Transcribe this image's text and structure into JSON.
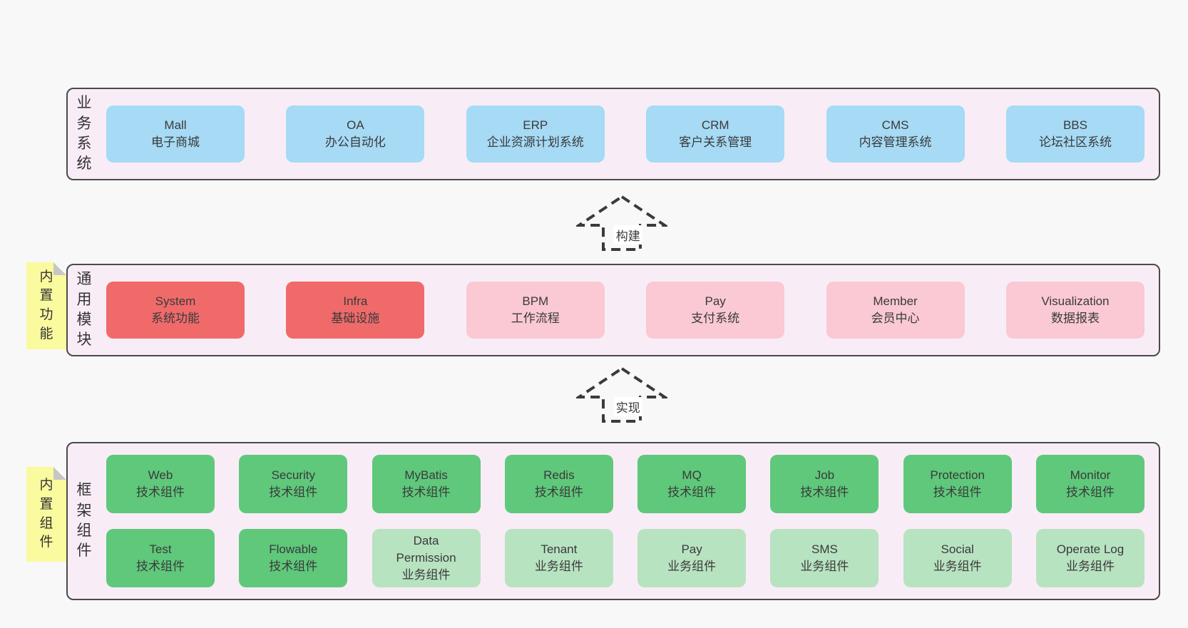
{
  "layers": [
    {
      "id": "business-systems",
      "label": "业务系统",
      "boxes": [
        {
          "name": "Mall",
          "desc": "电子商城",
          "type": "blue"
        },
        {
          "name": "OA",
          "desc": "办公自动化",
          "type": "blue"
        },
        {
          "name": "ERP",
          "desc": "企业资源计划系统",
          "type": "blue"
        },
        {
          "name": "CRM",
          "desc": "客户关系管理",
          "type": "blue"
        },
        {
          "name": "CMS",
          "desc": "内容管理系统",
          "type": "blue"
        },
        {
          "name": "BBS",
          "desc": "论坛社区系统",
          "type": "blue"
        }
      ]
    },
    {
      "id": "common-modules",
      "label": "通用模块",
      "sticky": "内置功能",
      "boxes": [
        {
          "name": "System",
          "desc": "系统功能",
          "type": "red"
        },
        {
          "name": "Infra",
          "desc": "基础设施",
          "type": "red"
        },
        {
          "name": "BPM",
          "desc": "工作流程",
          "type": "pink"
        },
        {
          "name": "Pay",
          "desc": "支付系统",
          "type": "pink"
        },
        {
          "name": "Member",
          "desc": "会员中心",
          "type": "pink"
        },
        {
          "name": "Visualization",
          "desc": "数据报表",
          "type": "pink"
        }
      ]
    },
    {
      "id": "framework-components",
      "label": "框架组件",
      "sticky": "内置组件",
      "row1": [
        {
          "name": "Web",
          "desc": "技术组件",
          "type": "green"
        },
        {
          "name": "Security",
          "desc": "技术组件",
          "type": "green"
        },
        {
          "name": "MyBatis",
          "desc": "技术组件",
          "type": "green"
        },
        {
          "name": "Redis",
          "desc": "技术组件",
          "type": "green"
        },
        {
          "name": "MQ",
          "desc": "技术组件",
          "type": "green"
        },
        {
          "name": "Job",
          "desc": "技术组件",
          "type": "green"
        },
        {
          "name": "Protection",
          "desc": "技术组件",
          "type": "green"
        },
        {
          "name": "Monitor",
          "desc": "技术组件",
          "type": "green"
        }
      ],
      "row2": [
        {
          "name": "Test",
          "desc": "技术组件",
          "type": "green"
        },
        {
          "name": "Flowable",
          "desc": "技术组件",
          "type": "green"
        },
        {
          "name": "Data Permission",
          "desc": "业务组件",
          "type": "lightgreen"
        },
        {
          "name": "Tenant",
          "desc": "业务组件",
          "type": "lightgreen"
        },
        {
          "name": "Pay",
          "desc": "业务组件",
          "type": "lightgreen"
        },
        {
          "name": "SMS",
          "desc": "业务组件",
          "type": "lightgreen"
        },
        {
          "name": "Social",
          "desc": "业务组件",
          "type": "lightgreen"
        },
        {
          "name": "Operate Log",
          "desc": "业务组件",
          "type": "lightgreen"
        }
      ]
    }
  ],
  "arrows": [
    {
      "id": "build",
      "label": "构建"
    },
    {
      "id": "implement",
      "label": "实现"
    }
  ],
  "colors": {
    "page_bg": "#f8f8f8",
    "band_bg": "#f8edf6",
    "band_border": "#4a4a4a",
    "blue_box": "#a6daf5",
    "red_box": "#f06a6a",
    "pink_box": "#fac9d3",
    "green_box": "#5fc87b",
    "lightgreen_box": "#b8e3c1",
    "sticky_yellow": "#fafa9e",
    "sticky_fold": "#c6c6c6",
    "arrow_stroke": "#3a3a3a",
    "text": "#3a3a3a"
  }
}
